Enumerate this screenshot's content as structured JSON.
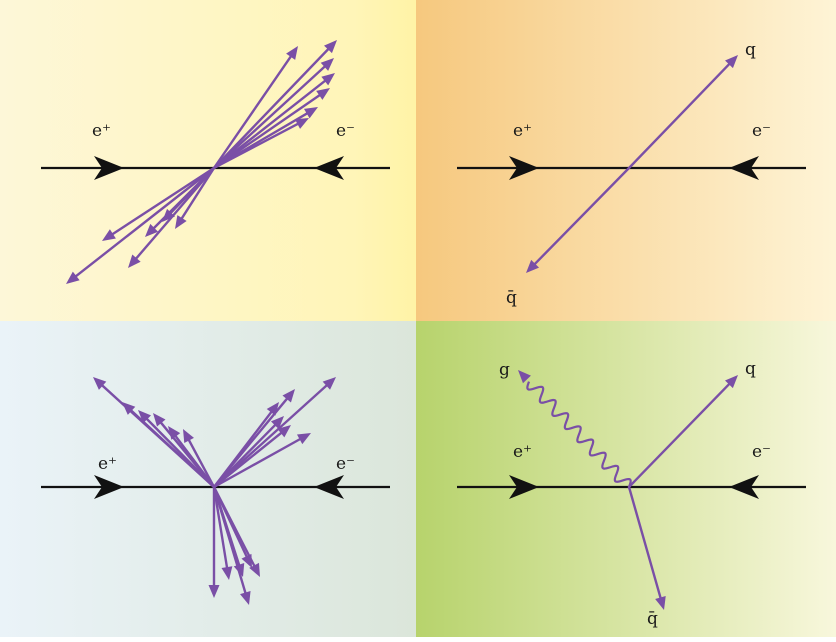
{
  "colors": {
    "beam": "#111111",
    "jet": "#7a4fa6",
    "panel_tl": [
      "#fdf7d8",
      "#fff3a6"
    ],
    "panel_tr": [
      "#f6c87e",
      "#fef4d6"
    ],
    "panel_bl": [
      "#eaf3f8",
      "#dbe6da"
    ],
    "panel_br": [
      "#b7d36c",
      "#f8f7dc"
    ]
  },
  "panels": [
    {
      "id": "two-jet-event",
      "beam_labels": {
        "left": "e⁺",
        "right": "e⁻"
      },
      "parton_labels": []
    },
    {
      "id": "quark-pair",
      "beam_labels": {
        "left": "e⁺",
        "right": "e⁻"
      },
      "parton_labels": [
        {
          "id": "quark",
          "text": "q"
        },
        {
          "id": "antiquark",
          "text": "q̄"
        }
      ]
    },
    {
      "id": "three-jet-event",
      "beam_labels": {
        "left": "e⁺",
        "right": "e⁻"
      },
      "parton_labels": []
    },
    {
      "id": "quark-pair-gluon",
      "beam_labels": {
        "left": "e⁺",
        "right": "e⁻"
      },
      "parton_labels": [
        {
          "id": "gluon",
          "text": "g"
        },
        {
          "id": "quark",
          "text": "q"
        },
        {
          "id": "antiquark",
          "text": "q̄"
        }
      ]
    }
  ]
}
